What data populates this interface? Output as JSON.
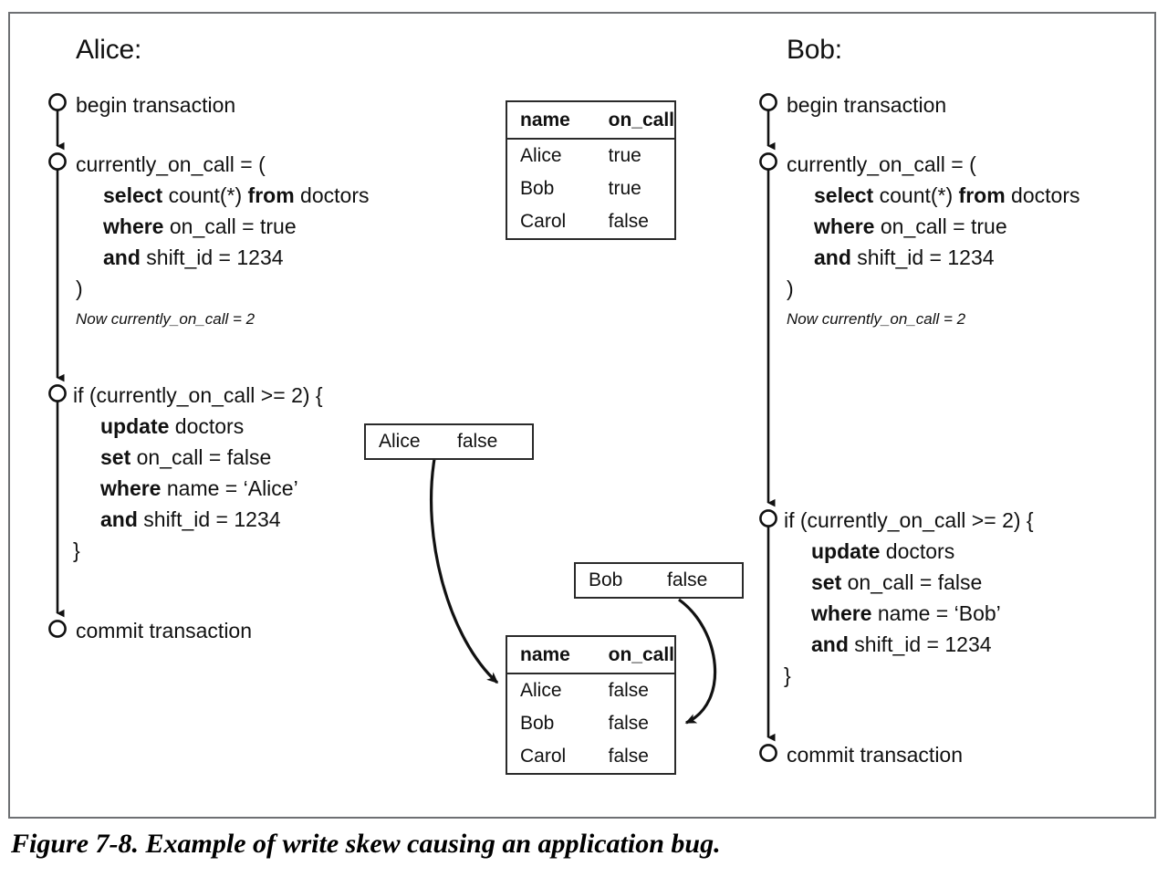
{
  "figure": {
    "caption": "Figure 7-8. Example of write skew causing an application bug.",
    "frame_color": "#6e7073",
    "ink_color": "#111111"
  },
  "actors": {
    "alice": {
      "title": "Alice:",
      "steps": [
        {
          "id": "begin",
          "lines": [
            {
              "text": "begin transaction",
              "indent": false
            }
          ]
        },
        {
          "id": "select",
          "lines": [
            {
              "text": "currently_on_call = (",
              "indent": false
            },
            {
              "bold": "select",
              "text": " count(*) ",
              "bold2": "from",
              "text2": " doctors",
              "indent": true
            },
            {
              "bold": "where",
              "text": " on_call = true",
              "indent": true
            },
            {
              "bold": "and",
              "text": " shift_id = 1234",
              "indent": true
            },
            {
              "text": ")",
              "indent": false
            }
          ],
          "note": "Now currently_on_call = 2"
        },
        {
          "id": "if-update",
          "lines": [
            {
              "text": "if (currently_on_call >= 2) {",
              "indent": false
            },
            {
              "bold": "update",
              "text": " doctors",
              "indent": true
            },
            {
              "bold": "set",
              "text": " on_call = false",
              "indent": true
            },
            {
              "bold": "where",
              "text": " name = ‘Alice’",
              "indent": true
            },
            {
              "bold": "and",
              "text": " shift_id = 1234",
              "indent": true
            },
            {
              "text": "}",
              "indent": false
            }
          ]
        },
        {
          "id": "commit",
          "lines": [
            {
              "text": "commit transaction",
              "indent": false
            }
          ]
        }
      ]
    },
    "bob": {
      "title": "Bob:",
      "steps": [
        {
          "id": "begin",
          "lines": [
            {
              "text": "begin transaction",
              "indent": false
            }
          ]
        },
        {
          "id": "select",
          "lines": [
            {
              "text": "currently_on_call = (",
              "indent": false
            },
            {
              "bold": "select",
              "text": " count(*) ",
              "bold2": "from",
              "text2": " doctors",
              "indent": true
            },
            {
              "bold": "where",
              "text": " on_call = true",
              "indent": true
            },
            {
              "bold": "and",
              "text": " shift_id = 1234",
              "indent": true
            },
            {
              "text": ")",
              "indent": false
            }
          ],
          "note": "Now currently_on_call = 2"
        },
        {
          "id": "if-update",
          "lines": [
            {
              "text": "if (currently_on_call >= 2) {",
              "indent": false
            },
            {
              "bold": "update",
              "text": " doctors",
              "indent": true
            },
            {
              "bold": "set",
              "text": " on_call = false",
              "indent": true
            },
            {
              "bold": "where",
              "text": " name = ‘Bob’",
              "indent": true
            },
            {
              "bold": "and",
              "text": " shift_id = 1234",
              "indent": true
            },
            {
              "text": "}",
              "indent": false
            }
          ]
        },
        {
          "id": "commit",
          "lines": [
            {
              "text": "commit transaction",
              "indent": false
            }
          ]
        }
      ]
    }
  },
  "tables": {
    "before": {
      "headers": [
        "name",
        "on_call"
      ],
      "rows": [
        [
          "Alice",
          "true"
        ],
        [
          "Bob",
          "true"
        ],
        [
          "Carol",
          "false"
        ]
      ]
    },
    "after": {
      "headers": [
        "name",
        "on_call"
      ],
      "rows": [
        [
          "Alice",
          "false"
        ],
        [
          "Bob",
          "false"
        ],
        [
          "Carol",
          "false"
        ]
      ]
    }
  },
  "update_boxes": [
    {
      "id": "alice-write",
      "name": "Alice",
      "value": "false"
    },
    {
      "id": "bob-write",
      "name": "Bob",
      "value": "false"
    }
  ]
}
